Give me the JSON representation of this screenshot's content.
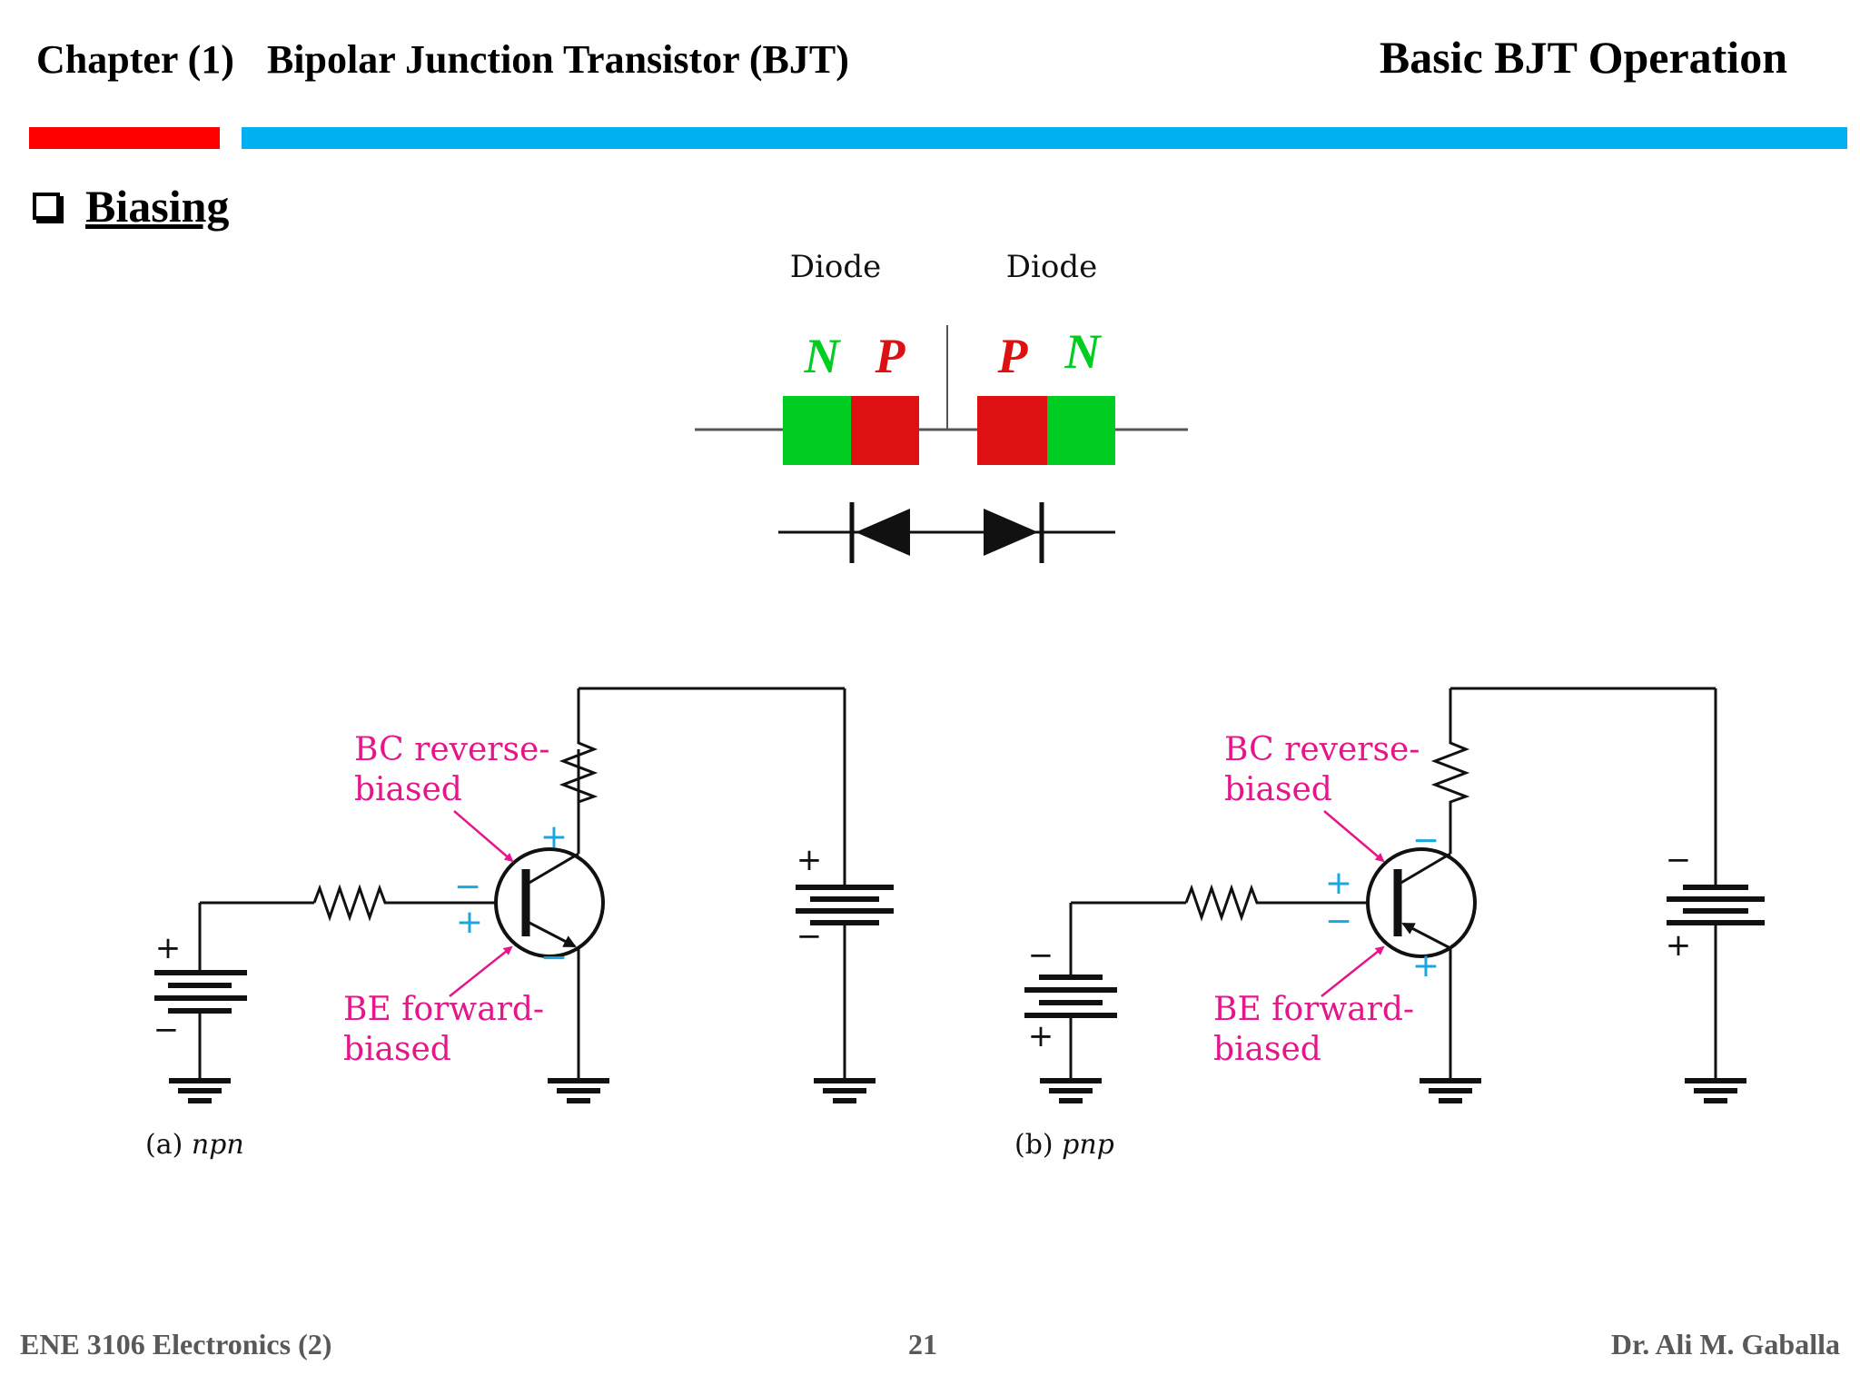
{
  "header": {
    "chapter": "Chapter (1)",
    "subject": "Bipolar Junction Transistor (BJT)",
    "topic": "Basic BJT Operation"
  },
  "section": {
    "title": "Biasing",
    "checkbox_icon": "checkbox-square-icon"
  },
  "diode_model": {
    "labels": [
      "Diode",
      "Diode"
    ],
    "layers": [
      "N",
      "P",
      "P",
      "N"
    ],
    "colors": {
      "n": "#00cc22",
      "p": "#dd1111"
    }
  },
  "circuits": [
    {
      "id": "npn",
      "caption_prefix": "(a) ",
      "caption_type": "npn",
      "bc_label_1": "BC reverse-",
      "bc_label_2": "biased",
      "be_label_1": "BE forward-",
      "be_label_2": "biased",
      "base_battery_signs": [
        "+",
        "−"
      ],
      "collector_battery_signs": [
        "+",
        "−"
      ],
      "bc_signs": [
        "+",
        "−"
      ],
      "be_signs": [
        "+",
        "−"
      ]
    },
    {
      "id": "pnp",
      "caption_prefix": "(b) ",
      "caption_type": "pnp",
      "bc_label_1": "BC reverse-",
      "bc_label_2": "biased",
      "be_label_1": "BE forward-",
      "be_label_2": "biased",
      "base_battery_signs": [
        "−",
        "+"
      ],
      "collector_battery_signs": [
        "−",
        "+"
      ],
      "bc_signs": [
        "−",
        "+"
      ],
      "be_signs": [
        "−",
        "+"
      ]
    }
  ],
  "colors": {
    "label_pink": "#e5168a",
    "sign_cyan": "#1aa7e0",
    "bar_red": "#fe0000",
    "bar_blue": "#00b0f0"
  },
  "footer": {
    "course": "ENE 3106 Electronics  (2)",
    "page": "21",
    "author": "Dr. Ali M. Gaballa"
  }
}
